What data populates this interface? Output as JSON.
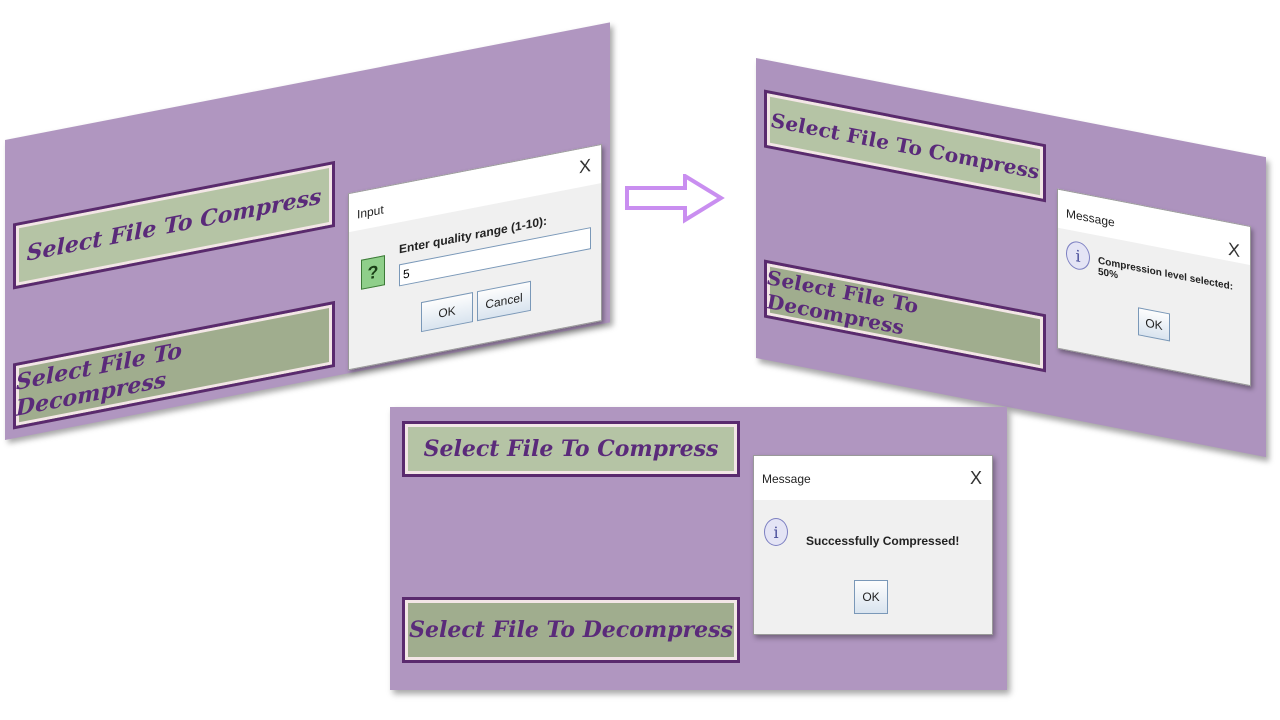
{
  "colors": {
    "panel": "#b096c0",
    "button_fill": "#b5c4a5",
    "button_border": "#5a2a6e",
    "arrow": "#c98ef0"
  },
  "labels": {
    "compress": "Select File To Compress",
    "decompress": "Select File To Decompress"
  },
  "input_dialog": {
    "title": "Input",
    "close": "X",
    "prompt": "Enter quality range (1-10):",
    "value": "5",
    "ok": "OK",
    "cancel": "Cancel",
    "icon": "question-icon"
  },
  "message_dialog_1": {
    "title": "Message",
    "close": "X",
    "message": "Compression level selected: 50%",
    "ok": "OK",
    "icon": "info-icon"
  },
  "message_dialog_2": {
    "title": "Message",
    "close": "X",
    "message": "Successfully Compressed!",
    "ok": "OK",
    "icon": "info-icon"
  }
}
